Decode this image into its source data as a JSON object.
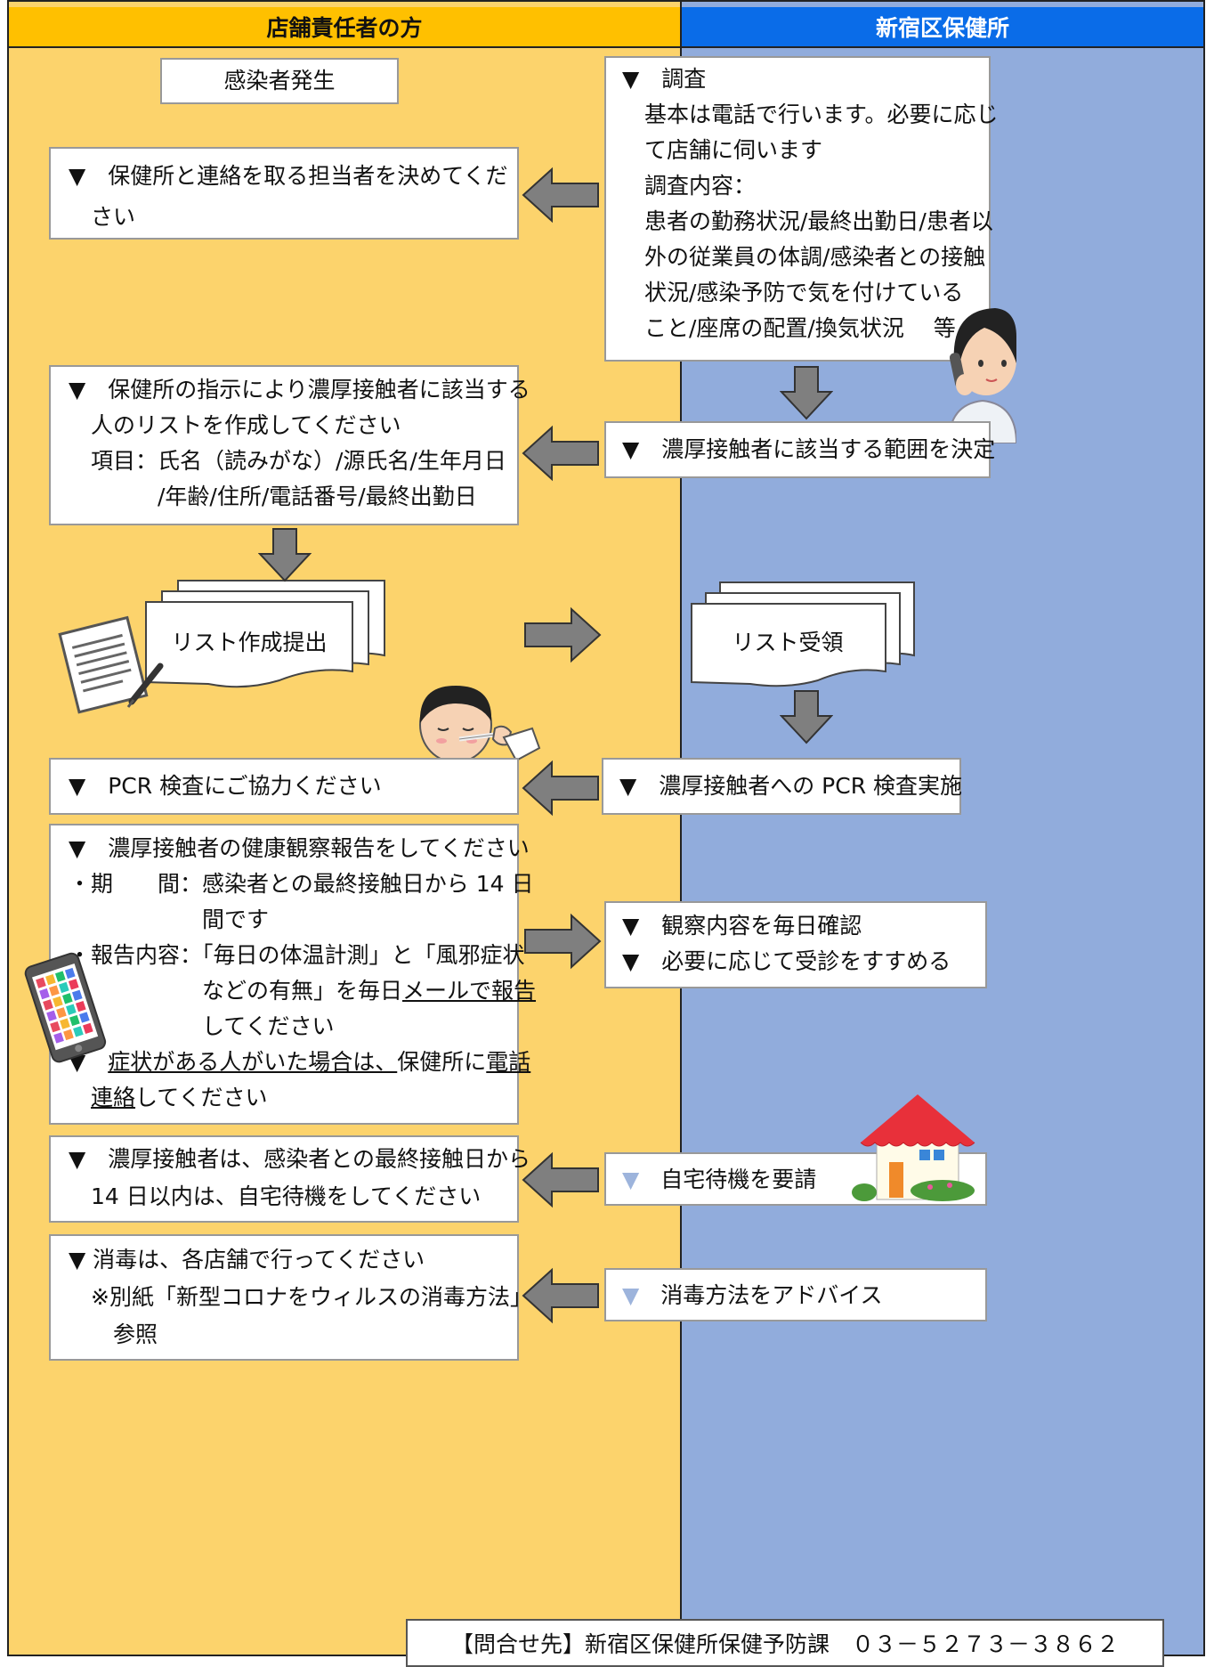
{
  "header": {
    "left": "店舗責任者の方",
    "right": "新宿区保健所"
  },
  "left": {
    "start": "感染者発生",
    "contact": [
      "▼　保健所と連絡を取る担当者を決めてくだ",
      "　さい"
    ],
    "list": [
      "▼　保健所の指示により濃厚接触者に該当する",
      "　人のリストを作成してください",
      "　項目：氏名（読みがな）/源氏名/生年月日",
      "　　　　/年齢/住所/電話番号/最終出勤日"
    ],
    "list_doc": "リスト作成提出",
    "pcr": "▼　PCR 検査にご協力ください",
    "health": {
      "l1": "▼　濃厚接触者の健康観察報告をしてください",
      "l2": "・期　　間：感染者との最終接触日から 14 日",
      "l3": "　　　　　　間です",
      "l4": "・報告内容：「毎日の体温計測」と「風邪症状",
      "l5a": "　　　　　　などの有無」を毎日",
      "l5b": "メールで報告",
      "l6": "　　　　　　してください",
      "l7a": "▼　",
      "l7b": "症状がある人がいた場合は、",
      "l7c": "保健所に",
      "l7d": "電話",
      "l8a": "　",
      "l8b": "連絡",
      "l8c": "してください"
    },
    "home": [
      "▼　濃厚接触者は、感染者との最終接触日から",
      "　14 日以内は、自宅待機をしてください"
    ],
    "disinfect": [
      "▼ 消毒は、各店舗で行ってください",
      "　※別紙「新型コロナをウィルスの消毒方法」",
      "　　参照"
    ]
  },
  "right": {
    "survey": [
      "▼　調査",
      "　基本は電話で行います。必要に応じ",
      "　て店舗に伺います",
      "　調査内容：",
      "　患者の勤務状況/最終出勤日/患者以",
      "　外の従業員の体調/感染者との接触",
      "　状況/感染予防で気を付けている",
      "　こと/座席の配置/換気状況　 等"
    ],
    "range": "▼　濃厚接触者に該当する範囲を決定",
    "list_doc": "リスト受領",
    "pcr": "▼　濃厚接触者への PCR 検査実施",
    "observe": [
      "▼　観察内容を毎日確認",
      "▼　必要に応じて受診をすすめる"
    ],
    "home": "自宅待機を要請",
    "disinfect": "消毒方法をアドバイス",
    "triangle": "▼"
  },
  "footer": "【問合せ先】新宿区保健所保健予防課　０３－５２７３－３８６２",
  "icons": [
    "phone-nurse-icon",
    "document-pen-icon",
    "pcr-swab-person-icon",
    "smartphone-icon",
    "house-icon",
    "arrow-left-icon",
    "arrow-right-icon",
    "arrow-down-icon"
  ],
  "colors": {
    "left_bg": "#fcd36c",
    "left_header": "#ffc000",
    "right_bg": "#91acdc",
    "right_header": "#0a6ce8",
    "arrow": "#7f7f7f"
  }
}
